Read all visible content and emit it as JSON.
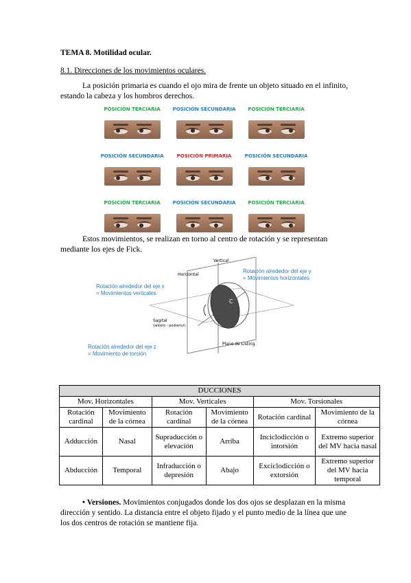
{
  "title": "TEMA 8. Motilidad ocular.",
  "subtitle": "8.1. Direcciones de los movimientos oculares.",
  "paragraph1": "La posición primaria es cuando el ojo mira de frente un objeto situado en el infinito, estando la cabeza y los hombros derechos.",
  "positions": [
    {
      "label": "POSICIÓN TERCIARIA",
      "color": "#29a84a"
    },
    {
      "label": "POSICIÓN SECUNDARIA",
      "color": "#2a7ac8"
    },
    {
      "label": "POSICIÓN TERCIARIA",
      "color": "#29a84a"
    },
    {
      "label": "POSICIÓN SECUNDARIA",
      "color": "#2a7ac8"
    },
    {
      "label": "POSICIÓN PRIMARIA",
      "color": "#d12b2b"
    },
    {
      "label": "POSICIÓN SECUNDARIA",
      "color": "#2a7ac8"
    },
    {
      "label": "POSICIÓN TERCIARIA",
      "color": "#29a84a"
    },
    {
      "label": "POSICIÓN SECUNDARIA",
      "color": "#2a7ac8"
    },
    {
      "label": "POSICIÓN TERCIARIA",
      "color": "#29a84a"
    }
  ],
  "paragraph2": "Estos movimientos, se realizan en torno al centro de rotación y se representan mediante los ejes de Fick.",
  "diagram": {
    "vertical": "Vertical",
    "horizontal": "Horizontal",
    "sagital": "Sagital",
    "sagital_sub": "(antero - posterior)",
    "listing": "Plano de Listing",
    "rot_y_1": "Rotación alrededor del eje y",
    "rot_y_2": "= Movimientos horizontales",
    "rot_x_1": "Rotación alrededor del eje x",
    "rot_x_2": "= Movimientos verticales",
    "rot_z_1": "Rotación alrededor del eje z",
    "rot_z_2": "= Movimiento de torsión",
    "center": "C"
  },
  "table": {
    "title": "DUCCIONES",
    "groups": [
      "Mov. Horizontales",
      "Mov. Verticales",
      "Mov. Torsionales"
    ],
    "subheaders": [
      "Rotación cardinal",
      "Movimiento de la córnea",
      "Rotación cardinal",
      "Movimiento de la córnea",
      "Rotación cardinal",
      "Movimiento de la córnea"
    ],
    "rows": [
      [
        "Adducción",
        "Nasal",
        "Supraducción o elevación",
        "Arriba",
        "Inciclodicción o intorsión",
        "Extremo superior del MV hacia nasal"
      ],
      [
        "Abducción",
        "Temporal",
        "Infraducción o depresión",
        "Abajo",
        "Exciclodicción o extorsión",
        "Extremo superior del MV hacia temporal"
      ]
    ]
  },
  "versions_label": "• Versiones.",
  "versions_text": " Movimientos conjugados donde los dos ojos se desplazan en la misma dirección y sentido. La distancia entre el objeto fijado y el punto medio de la línea que une los dos centros de rotación se mantiene fija."
}
